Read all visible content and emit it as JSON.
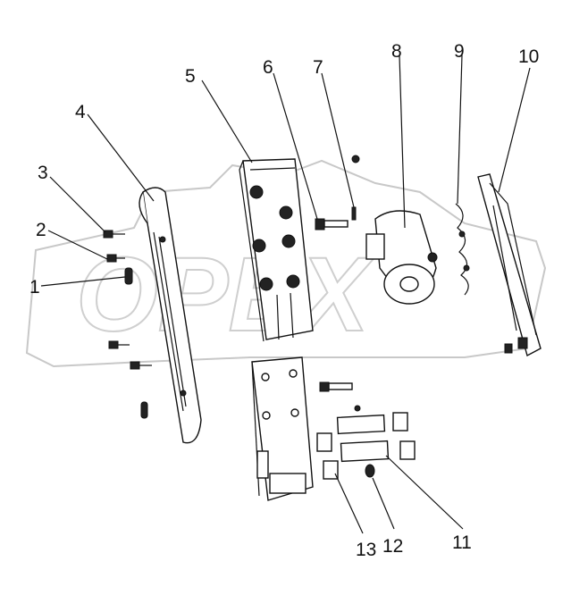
{
  "diagram": {
    "watermark": "OPEX",
    "callouts": [
      {
        "id": "1",
        "label": "1"
      },
      {
        "id": "2",
        "label": "2"
      },
      {
        "id": "3",
        "label": "3"
      },
      {
        "id": "4",
        "label": "4"
      },
      {
        "id": "5",
        "label": "5"
      },
      {
        "id": "6",
        "label": "6"
      },
      {
        "id": "7",
        "label": "7"
      },
      {
        "id": "8",
        "label": "8"
      },
      {
        "id": "9",
        "label": "9"
      },
      {
        "id": "10",
        "label": "10"
      },
      {
        "id": "11",
        "label": "11"
      },
      {
        "id": "12",
        "label": "12"
      },
      {
        "id": "13",
        "label": "13"
      }
    ]
  }
}
